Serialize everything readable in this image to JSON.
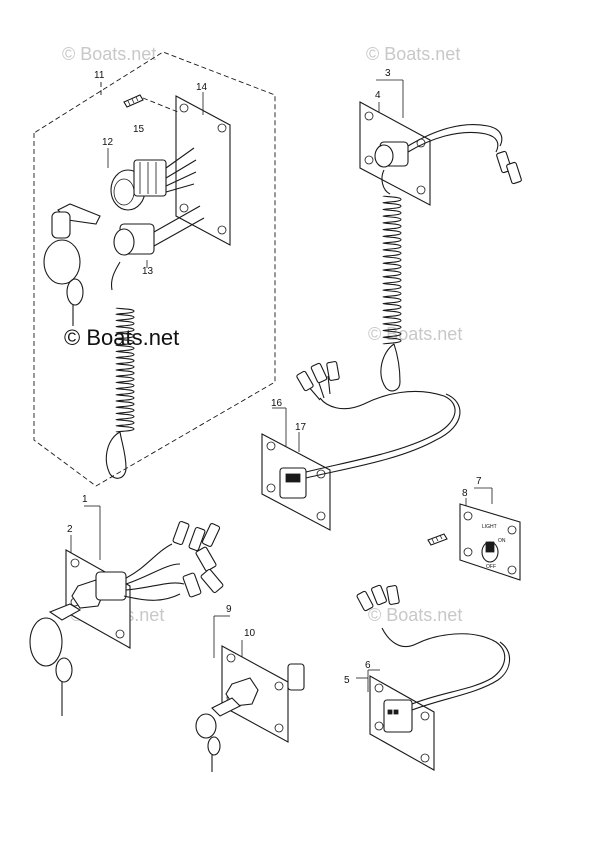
{
  "watermark": {
    "text": "© Boats.net",
    "main_text": "© Boats.net"
  },
  "callouts": {
    "c1": "1",
    "c2": "2",
    "c3": "3",
    "c4": "4",
    "c5": "5",
    "c6": "6",
    "c7": "7",
    "c8": "8",
    "c9": "9",
    "c10": "10",
    "c11": "11",
    "c12": "12",
    "c13": "13",
    "c14": "14",
    "c15": "15",
    "c16": "16",
    "c17": "17"
  },
  "plate_text": {
    "light": "LIGHT",
    "on": "ON",
    "off": "OFF"
  }
}
